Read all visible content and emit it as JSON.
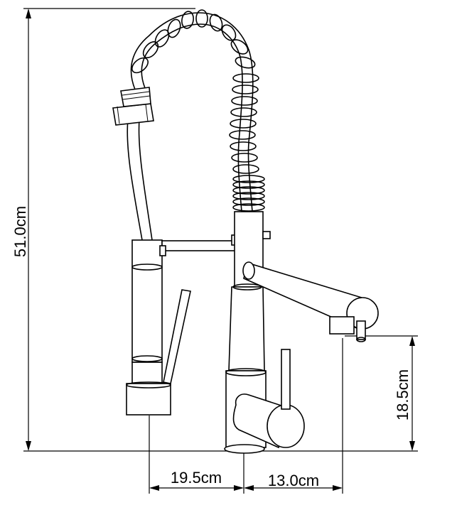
{
  "dimensions": {
    "total_height": "51.0cm",
    "spout_height": "18.5cm",
    "sprayer_reach": "19.5cm",
    "spout_reach": "13.0cm"
  }
}
